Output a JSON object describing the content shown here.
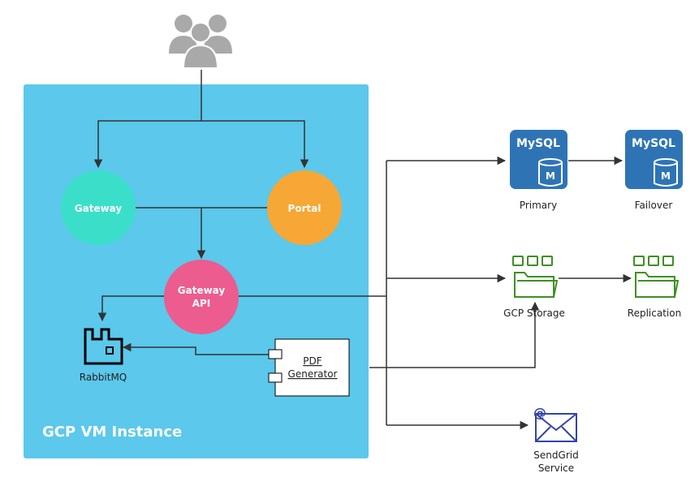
{
  "diagram": {
    "container": {
      "label": "GCP VM Instance",
      "color": "#5bc8ec"
    },
    "nodes": {
      "users": {
        "icon": "users-group-icon",
        "color": "#a9a9a9"
      },
      "gateway": {
        "label": "Gateway",
        "color": "#3bdfc9"
      },
      "portal": {
        "label": "Portal",
        "color": "#f6a735"
      },
      "gateway_api": {
        "label_line1": "Gateway",
        "label_line2": "API",
        "color": "#ec5c8e"
      },
      "rabbitmq": {
        "label": "RabbitMQ",
        "icon": "factory-icon"
      },
      "pdf_generator": {
        "label_line1": "PDF",
        "label_line2": "Generator",
        "icon": "component-icon"
      },
      "mysql_primary": {
        "badge": "MySQL",
        "letter": "M",
        "label": "Primary",
        "color": "#2e74b5"
      },
      "mysql_failover": {
        "badge": "MySQL",
        "letter": "M",
        "label": "Failover",
        "color": "#2e74b5"
      },
      "gcp_storage": {
        "label": "GCP Storage",
        "icon": "folder-icon",
        "color": "#3f8f24"
      },
      "replication": {
        "label": "Replication",
        "icon": "folder-icon",
        "color": "#3f8f24"
      },
      "sendgrid": {
        "label_line1": "SendGrid",
        "label_line2": "Service",
        "badge": "@",
        "icon": "mail-icon",
        "color": "#3344a8"
      }
    },
    "edge_color": "#333333"
  }
}
